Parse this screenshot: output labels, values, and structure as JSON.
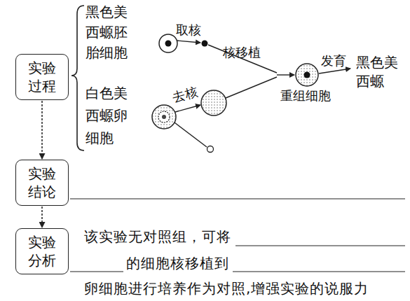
{
  "diagram": {
    "nodes": [
      {
        "text": [
          "实验过程"
        ]
      },
      {
        "text": [
          "实验结论"
        ]
      },
      {
        "text": [
          "实验分析"
        ]
      }
    ],
    "edges": [
      {
        "from": 0,
        "to": 1,
        "arrow": "to"
      },
      {
        "from": 1,
        "to": 2,
        "arrow": "to"
      }
    ],
    "labels": [
      "黑色美西螈胚胎细胞",
      "白色美西螈卵细胞",
      "取核",
      "去核",
      "核移植",
      "重组细胞",
      "发育",
      "黑色美西螈",
      "该实验无对照组，可将",
      "的细胞核移植到",
      "卵细胞进行培养作为对照,增强实验的说服力"
    ]
  }
}
